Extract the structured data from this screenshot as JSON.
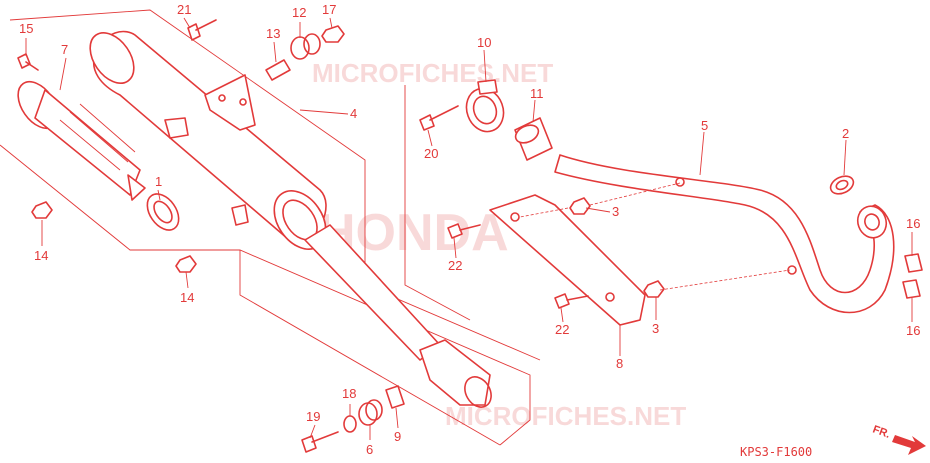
{
  "watermarks": {
    "top": "MICROFICHES.NET",
    "center": "HONDA",
    "bottom": "MICROFICHES.NET"
  },
  "diagram_code": "KPS3-F1600",
  "front_arrow_label": "FR.",
  "callouts": {
    "c1": "1",
    "c2": "2",
    "c3a": "3",
    "c3b": "3",
    "c4": "4",
    "c5": "5",
    "c6": "6",
    "c7": "7",
    "c8": "8",
    "c9": "9",
    "c10": "10",
    "c11": "11",
    "c12": "12",
    "c13": "13",
    "c14a": "14",
    "c14b": "14",
    "c15": "15",
    "c16a": "16",
    "c16b": "16",
    "c17": "17",
    "c18": "18",
    "c19": "19",
    "c20": "20",
    "c21": "21",
    "c22a": "22",
    "c22b": "22"
  },
  "colors": {
    "line": "#e23a3a",
    "watermark": "#f6caca",
    "background": "#ffffff"
  }
}
